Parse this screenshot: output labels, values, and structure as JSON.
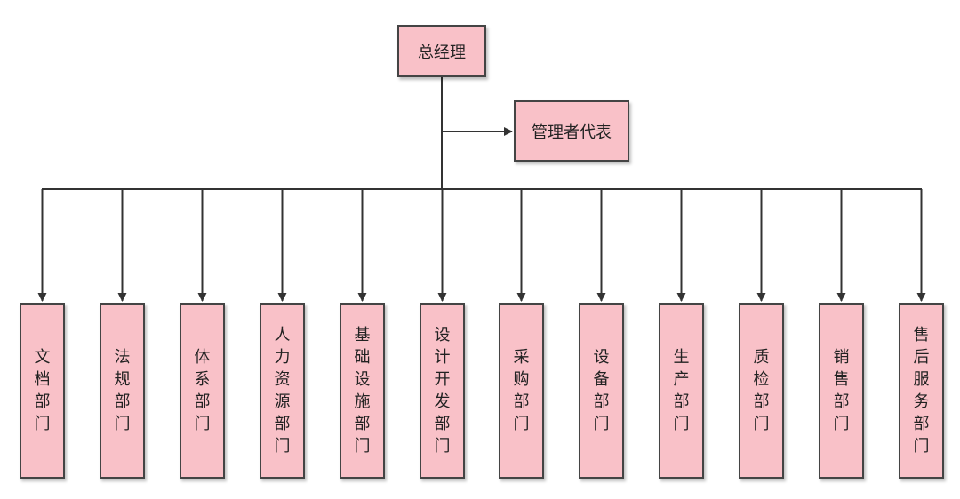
{
  "colors": {
    "node_fill": "#f9c1c8",
    "line": "#333333"
  },
  "root": {
    "label": "总经理"
  },
  "representative": {
    "label": "管理者代表"
  },
  "departments": [
    {
      "label": "文档部门"
    },
    {
      "label": "法规部门"
    },
    {
      "label": "体系部门"
    },
    {
      "label": "人力资源部门"
    },
    {
      "label": "基础设施部门"
    },
    {
      "label": "设计开发部门"
    },
    {
      "label": "采购部门"
    },
    {
      "label": "设备部门"
    },
    {
      "label": "生产部门"
    },
    {
      "label": "质检部门"
    },
    {
      "label": "销售部门"
    },
    {
      "label": "售后服务部门"
    }
  ]
}
